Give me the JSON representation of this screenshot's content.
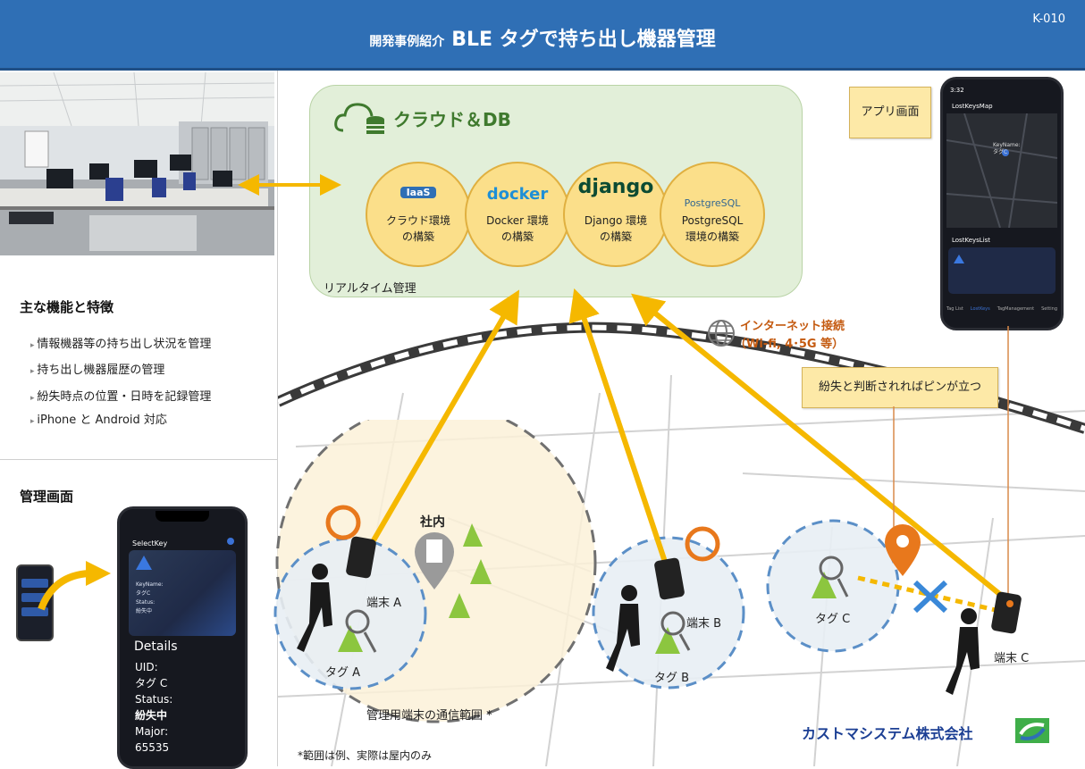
{
  "header": {
    "prefix": "開発事例紹介",
    "title": "BLE タグで持ち出し機器管理",
    "code": "K-010"
  },
  "features": {
    "title": "主な機能と特徴",
    "items": [
      "情報機器等の持ち出し状況を管理",
      "持ち出し機器履歴の管理",
      "紛失時点の位置・日時を記録管理",
      "iPhone と Android 対応"
    ]
  },
  "admin": {
    "title": "管理画面",
    "app_title": "SelectKey",
    "card_lines": [
      "KeyName:",
      "タグC",
      "Status:",
      "紛失中"
    ],
    "details_title": "Details",
    "details": [
      "UID:",
      "タグ C",
      "Status:",
      "紛失中",
      "Major:",
      "65535"
    ]
  },
  "cloud": {
    "title": "クラウド＆DB",
    "caption": "リアルタイム管理",
    "services": [
      {
        "logo": "IaaS",
        "line1": "クラウド環境",
        "line2": "の構築"
      },
      {
        "logo": "docker",
        "line1": "Docker 環境",
        "line2": "の構築"
      },
      {
        "logo": "django",
        "line1": "Django 環境",
        "line2": "の構築"
      },
      {
        "logo": "PostgreSQL",
        "line1": "PostgreSQL",
        "line2": "環境の構築"
      }
    ]
  },
  "app": {
    "label": "アプリ画面",
    "status_time": "3:32",
    "map_title": "LostKeysMap",
    "list_title": "LostKeysList",
    "map_keyname": "KeyName:",
    "map_keyvalue": "タグC",
    "tabs": [
      "Tag List",
      "LostKeys",
      "TagManagement",
      "Setting"
    ]
  },
  "internet": {
    "line1": "インターネット接続",
    "line2": "（Wi-fi, 4･5G 等）"
  },
  "pin_note": "紛失と判断されればピンが立つ",
  "map": {
    "office": "社内",
    "range_caption": "管理用端末の通信範囲 *",
    "footnote": "*範囲は例、実際は屋内のみ",
    "terminals": [
      "端末 A",
      "端末 B",
      "端末 C"
    ],
    "tags": [
      "タグ A",
      "タグ B",
      "タグ C"
    ]
  },
  "company": "カストマシステム株式会社",
  "colors": {
    "header": "#2f6fb5",
    "accent_yellow": "#f5b800",
    "orange": "#e8781c",
    "cloud_bg": "#e2efd9",
    "range_blue": "#5b8fc7"
  }
}
